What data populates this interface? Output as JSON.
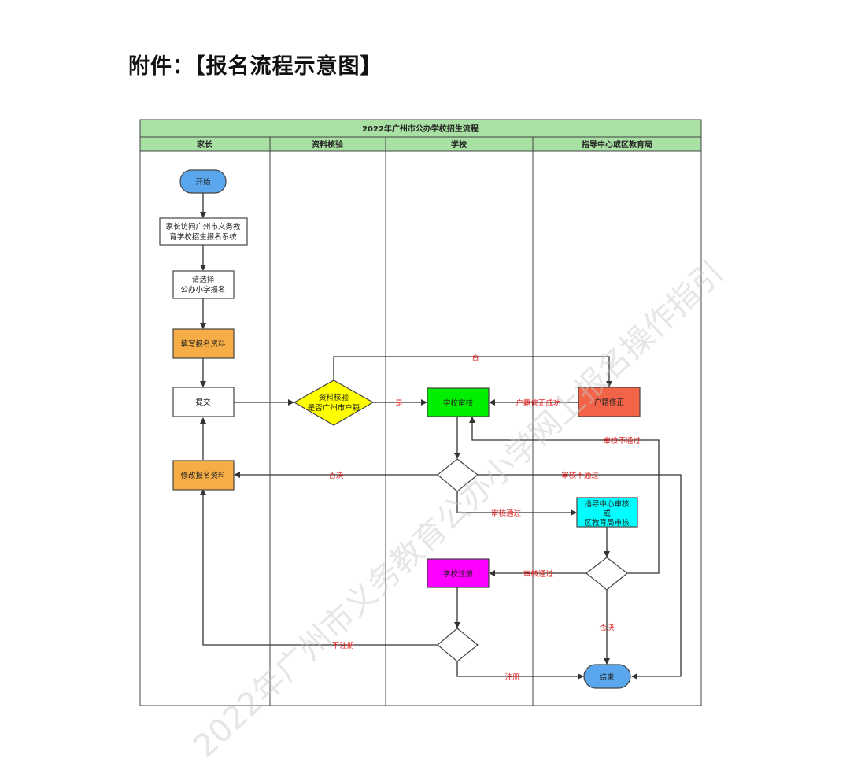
{
  "heading": "附件：【报名流程示意图】",
  "diagram": {
    "title": "2022年广州市公办学校招生流程",
    "lanes": [
      "家长",
      "资料核验",
      "学校",
      "指导中心或区教育局"
    ],
    "nodes": {
      "start": "开始",
      "visit": [
        "家长访问广州市义务教",
        "育学校招生报名系统"
      ],
      "choose": [
        "请选择",
        "公办小学报名"
      ],
      "fill": "填写报名资料",
      "submit": "提交",
      "modify": "修改报名资料",
      "verify": [
        "资料核验",
        "是否广州市户籍"
      ],
      "school_review": "学校审核",
      "hukou_fix": "户籍修正",
      "center_review": [
        "指导中心审核",
        "或",
        "区教育局审核"
      ],
      "school_register": "学校注册",
      "end": "结束"
    },
    "edge_labels": {
      "yes": "是",
      "no": "否",
      "hukou_fixed": "户籍修正成功",
      "review_fail_1": "审核不通过",
      "review_fail_2": "审核不通过",
      "reject_1": "否决",
      "review_pass_1": "审核通过",
      "review_pass_2": "审核通过",
      "reject_2": "否决",
      "not_registered": "不注册",
      "registered": "注册"
    },
    "colors": {
      "lane_header": "#a9e0a3",
      "start_end": "#5aa7ee",
      "orange": "#f7ad45",
      "yellow": "#ffff00",
      "green": "#00ee00",
      "red": "#f26347",
      "cyan": "#00ffff",
      "magenta": "#ff00ff",
      "edge_label": "#e02424"
    }
  },
  "watermark": "2022年广州市义务教育公办小学网上报名操作指引"
}
